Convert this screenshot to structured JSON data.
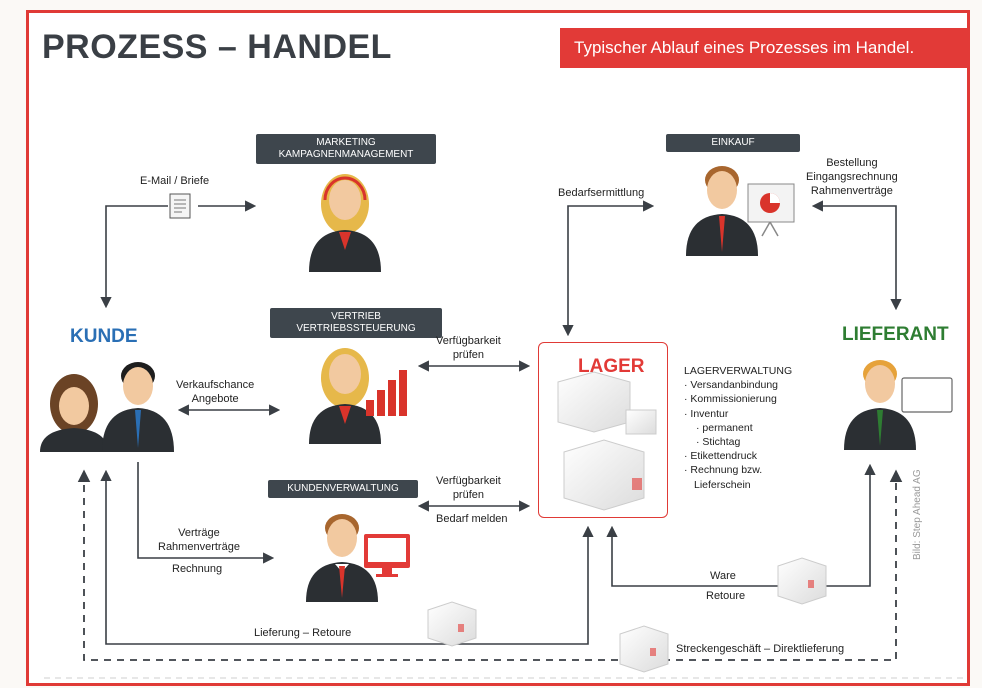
{
  "header": {
    "title": "PROZESS – HANDEL",
    "banner": "Typischer Ablauf eines Prozesses im Handel."
  },
  "roles": {
    "marketing": [
      "MARKETING",
      "KAMPAGNENMANAGEMENT"
    ],
    "vertrieb": [
      "VERTRIEB",
      "VERTRIEBSSTEUERUNG"
    ],
    "kundenverwaltung": "KUNDENVERWALTUNG",
    "einkauf": "EINKAUF"
  },
  "actors": {
    "kunde": "KUNDE",
    "lieferant": "LIEFERANT",
    "lager": "LAGER"
  },
  "flows": {
    "email": "E-Mail / Briefe",
    "verkaufschance": [
      "Verkaufschance",
      "Angebote"
    ],
    "verfuegbarkeit_1": [
      "Verfügbarkeit",
      "prüfen"
    ],
    "verfuegbarkeit_2": [
      "Verfügbarkeit",
      "prüfen"
    ],
    "bedarf_melden": "Bedarf melden",
    "vertraege": [
      "Verträge",
      "Rahmenverträge"
    ],
    "rechnung": "Rechnung",
    "bedarfsermittlung": "Bedarfsermittlung",
    "bestellung": [
      "Bestellung",
      "Eingangsrechnung",
      "Rahmenverträge"
    ],
    "lieferung": "Lieferung – Retoure",
    "ware": "Ware",
    "retoure": "Retoure",
    "strecke": "Streckengeschäft – Direktlieferung"
  },
  "lagerverwaltung": [
    "LAGERVERWALTUNG",
    "· Versandanbindung",
    "· Kommissionierung",
    "· Inventur",
    "   · permanent",
    "   · Stichtag",
    "· Etikettendruck",
    "· Rechnung bzw.",
    "  Lieferschein"
  ],
  "credit": "Bild: Step Ahead AG",
  "colors": {
    "accent": "#e23a37",
    "kunde": "#2a6fb5",
    "lieferant": "#2e7d32",
    "tag": "#3e464d"
  }
}
